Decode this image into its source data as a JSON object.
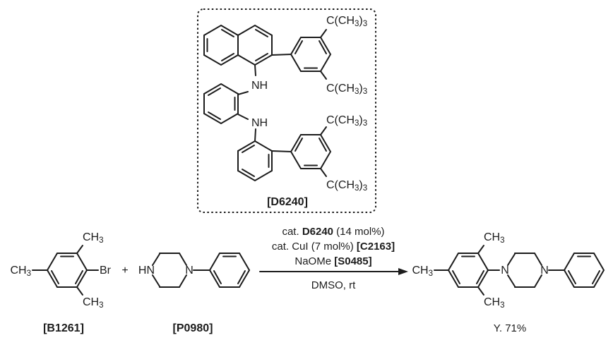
{
  "colors": {
    "bond": "#1c1c1c",
    "new_bond": "#ee1c23",
    "background": "#ffffff"
  },
  "labels": {
    "ch": "CH",
    "sub3": "3",
    "tbu_pre": "C(CH",
    "tbu_close": ")",
    "nh": "NH",
    "hn": "HN",
    "n": "N",
    "br": "Br",
    "plus": "+"
  },
  "catalyst": {
    "id": "[D6240]"
  },
  "reactant1": {
    "id": "[B1261]"
  },
  "reactant2": {
    "id": "[P0980]"
  },
  "conditions": {
    "line1_pre": "cat. ",
    "line1_bold": "D6240",
    "line1_post": " (14 mol%)",
    "line2_pre": "cat. CuI (7 mol%) ",
    "line2_bold": "[C2163]",
    "line3_pre": "NaOMe ",
    "line3_bold": "[S0485]",
    "solvent": "DMSO, rt"
  },
  "product": {
    "yield": "Y. 71%"
  }
}
